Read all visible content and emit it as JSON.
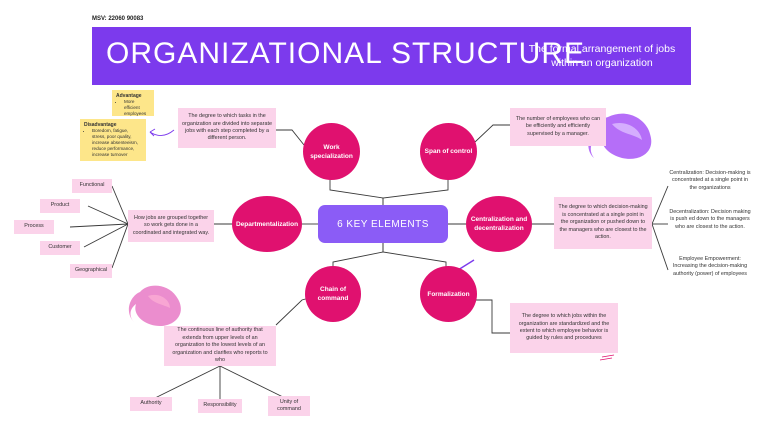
{
  "header": {
    "msv": "MSV: 22060 90083",
    "title": "ORGANIZATIONAL STRUCTURE",
    "subtitle": "The formal arrangement of jobs within an organization"
  },
  "center": {
    "label": "6 KEY ELEMENTS"
  },
  "elements": {
    "work": "Work specialization",
    "span": "Span of control",
    "dept": "Departmentalization",
    "central": "Centralization and decentralization",
    "chain": "Chain of command",
    "formal": "Formalization"
  },
  "defs": {
    "work": "The degree to which tasks in the organization are divided into separate jobs with each step completed by a different person.",
    "span": "The number of employees who can be efficiently and efficiently supervised by a manager.",
    "dept": "How jobs are grouped together so work gets done in a coordinated and integrated way.",
    "central": "The degree to which decision-making is concentrated at a single point in the organization or pushed down to the managers who are closest to the action.",
    "chain": "The continuous line of authority that extends from upper levels of an organization to the lowest levels of an organization and clarifies who reports to who",
    "formal": "The degree to which jobs within the organization are standardized and the extent to which employee behavior is guided by rules and procedures"
  },
  "advantage": {
    "title": "Advantage",
    "items": [
      "More efficient employees"
    ]
  },
  "disadvantage": {
    "title": "Disadvantage",
    "items": [
      "Boredom, fatigue, stress, poor quality, increase absenteeism, reduce performance, increase turnover"
    ]
  },
  "dept_types": [
    "Functional",
    "Product",
    "Process",
    "Customer",
    "Geographical"
  ],
  "chain_terms": [
    "Authority",
    "Responsibility",
    "Unity of command"
  ],
  "central_types": {
    "centralization": "Centralization: Decision-making is concentrated at a single point in the organizations",
    "decentralization": "Decentralization: Decision making is push ed down to the managers who are closest to the action.",
    "empowerment": "Employee Empowerment: Increasing the decision-making authority (power) of employees"
  },
  "colors": {
    "banner": "#7c3aed",
    "center": "#8b5cf6",
    "circle": "#e0116f",
    "box": "#fbd3ea",
    "note": "#fde68a"
  }
}
